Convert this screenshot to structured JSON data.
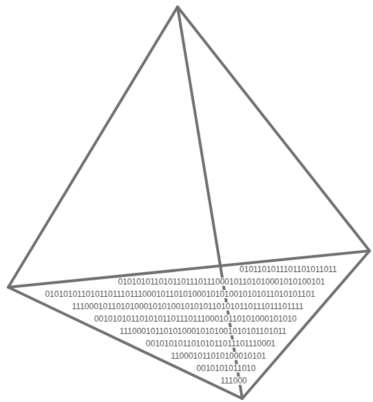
{
  "diagram": {
    "labels": [
      "0101101011101101011011",
      "0101010110101101110111000101101010001010100101",
      "010101011010110111011100010110101000101010010101011010101101",
      "1110001011010100010101001010101101010110111011101111",
      "001010101101010110111011100010110101000101010",
      "1110001011010100010101001010101101011",
      "00101010110101011011101110001",
      "110001011010100010101",
      "0010101011010",
      "111000"
    ]
  }
}
